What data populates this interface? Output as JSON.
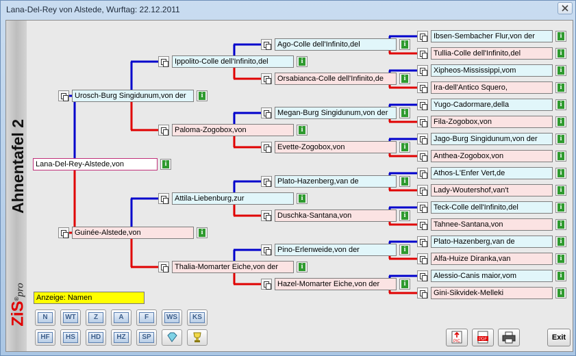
{
  "window": {
    "title": "Lana-Del-Rey von Alstede, Wurftag: 22.12.2011"
  },
  "side": {
    "title": "Ahnentafel 2",
    "logo_main": "ZiS",
    "logo_reg": "®",
    "logo_sub": "pro"
  },
  "pedigree": {
    "root": "Lana-Del-Rey-Alstede,von",
    "g1": [
      "Urosch-Burg Singidunum,von der",
      "Guinée-Alstede,von"
    ],
    "g2": [
      "Ippolito-Colle dell'Infinito,del",
      "Paloma-Zogobox,von",
      "Attila-Liebenburg,zur",
      "Thalia-Momarter Eiche,von der"
    ],
    "g3": [
      "Ago-Colle dell'Infinito,del",
      "Orsabianca-Colle dell'Infinito,de",
      "Megan-Burg Singidunum,von der",
      "Evette-Zogobox,von",
      "Plato-Hazenberg,van de",
      "Duschka-Santana,von",
      "Pino-Erlenweide,von der",
      "Hazel-Momarter Eiche,von der"
    ],
    "g4": [
      "Ibsen-Sembacher Flur,von der",
      "Tullia-Colle dell'Infinito,del",
      "Xipheos-Mississippi,vom",
      "Ira-dell'Antico Squero,",
      "Yugo-Cadormare,della",
      "Fila-Zogobox,von",
      "Jago-Burg Singidunum,von der",
      "Anthea-Zogobox,von",
      "Athos-L'Enfer Vert,de",
      "Lady-Woutershof,van't",
      "Teck-Colle dell'Infinito,del",
      "Tahnee-Santana,von",
      "Plato-Hazenberg,van de",
      "Alfa-Huize Diranka,van",
      "Alessio-Canis maior,vom",
      "Gini-Sikvidek-Melleki"
    ]
  },
  "info_label": "i",
  "colors": {
    "male_line": "#0000cc",
    "female_line": "#e00000",
    "male_box": "#e1f6fa",
    "female_box": "#fbe3e3",
    "display_bg": "#ffff00"
  },
  "display_mode": "Anzeige: Namen",
  "toolbar_row1": [
    "N",
    "WT",
    "Z",
    "A",
    "F",
    "WS",
    "KS"
  ],
  "toolbar_row2": [
    "HF",
    "HS",
    "HD",
    "HZ",
    "SP",
    "diamond-icon",
    "trophy-icon"
  ],
  "export_buttons": [
    "picture-export-icon",
    "pdf-icon",
    "printer-icon"
  ],
  "pic_label": "PIC",
  "pdf_label": "PDF",
  "exit_label": "Exit"
}
